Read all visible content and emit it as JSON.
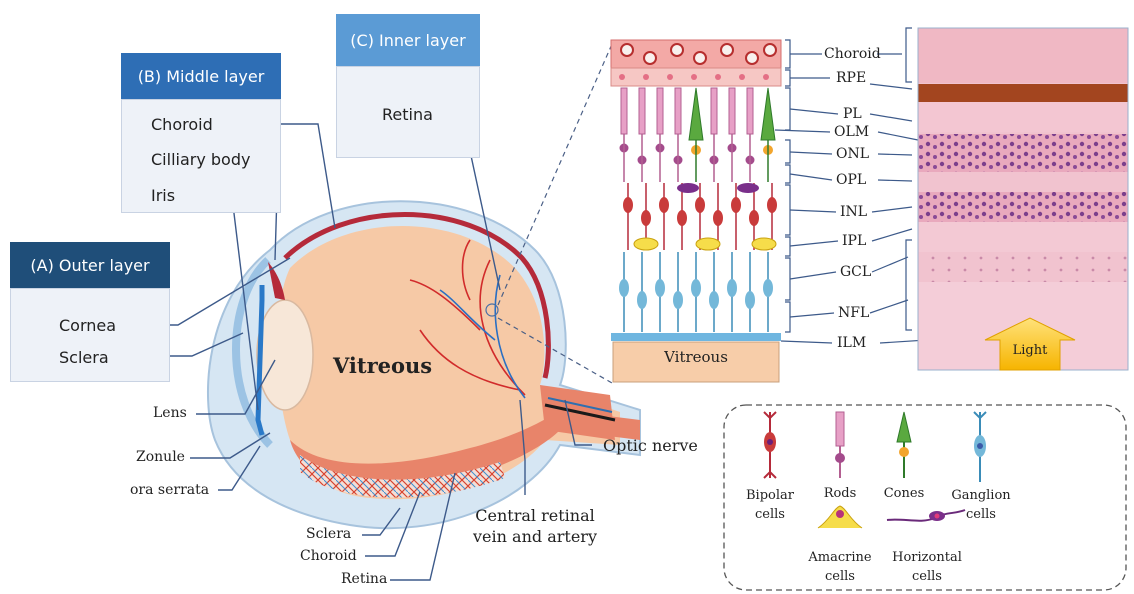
{
  "panels": {
    "outer": {
      "title": "(A) Outer layer",
      "items": [
        "Cornea",
        "Sclera"
      ],
      "color": "#1f4e79"
    },
    "middle": {
      "title": "(B) Middle layer",
      "items": [
        "Choroid",
        "Cilliary body",
        "Iris"
      ],
      "color": "#2e6eb5"
    },
    "inner": {
      "title": "(C) Inner layer",
      "items": [
        "Retina"
      ],
      "color": "#5b9bd5"
    }
  },
  "eye_labels": {
    "vitreous": "Vitreous",
    "lens": "Lens",
    "zonule": "Zonule",
    "ora_serrata": "ora serrata",
    "sclera": "Sclera",
    "choroid": "Choroid",
    "retina": "Retina",
    "central_vessels": "Central retinal vein and artery",
    "optic_nerve": "Optic nerve"
  },
  "retina_layers": {
    "right_labels": [
      "Choroid",
      "RPE",
      "PL",
      "OLM",
      "ONL",
      "OPL",
      "INL",
      "IPL",
      "GCL",
      "NFL",
      "ILM"
    ],
    "vitreous_box": "Vitreous",
    "light": "Light"
  },
  "legend": {
    "cells": [
      "Bipolar cells",
      "Rods",
      "Cones",
      "Ganglion cells",
      "Amacrine cells",
      "Horizontal cells"
    ]
  }
}
